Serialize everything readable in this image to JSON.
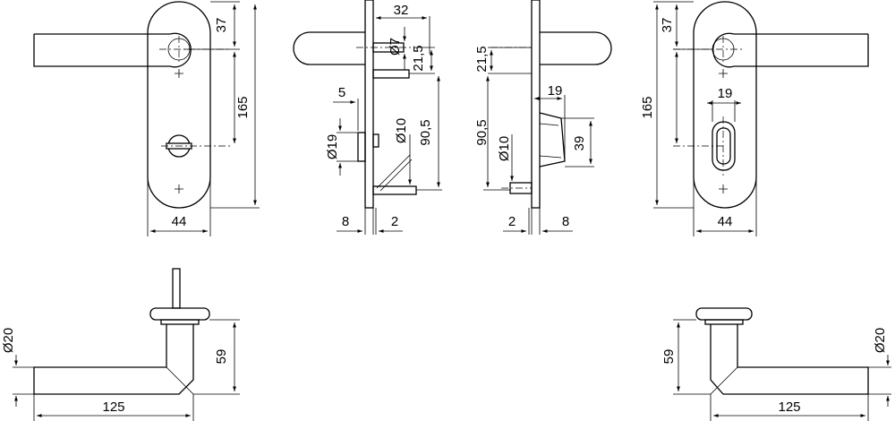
{
  "front_left": {
    "dim_37": "37",
    "dim_165": "165",
    "dim_44": "44"
  },
  "side_a": {
    "dim_32": "32",
    "dim_d7": "Ø7",
    "dim_21_5": "21,5",
    "dim_5": "5",
    "dim_d19": "Ø19",
    "dim_d10": "Ø10",
    "dim_90_5": "90,5",
    "dim_8": "8",
    "dim_2": "2"
  },
  "side_b": {
    "dim_21_5": "21,5",
    "dim_19": "19",
    "dim_90_5": "90,5",
    "dim_d10": "Ø10",
    "dim_39": "39",
    "dim_2": "2",
    "dim_8": "8"
  },
  "front_right": {
    "dim_37": "37",
    "dim_19": "19",
    "dim_165": "165",
    "dim_44": "44"
  },
  "top_left": {
    "dim_d20": "Ø20",
    "dim_59": "59",
    "dim_125": "125"
  },
  "top_right": {
    "dim_59": "59",
    "dim_d20": "Ø20",
    "dim_125": "125"
  }
}
